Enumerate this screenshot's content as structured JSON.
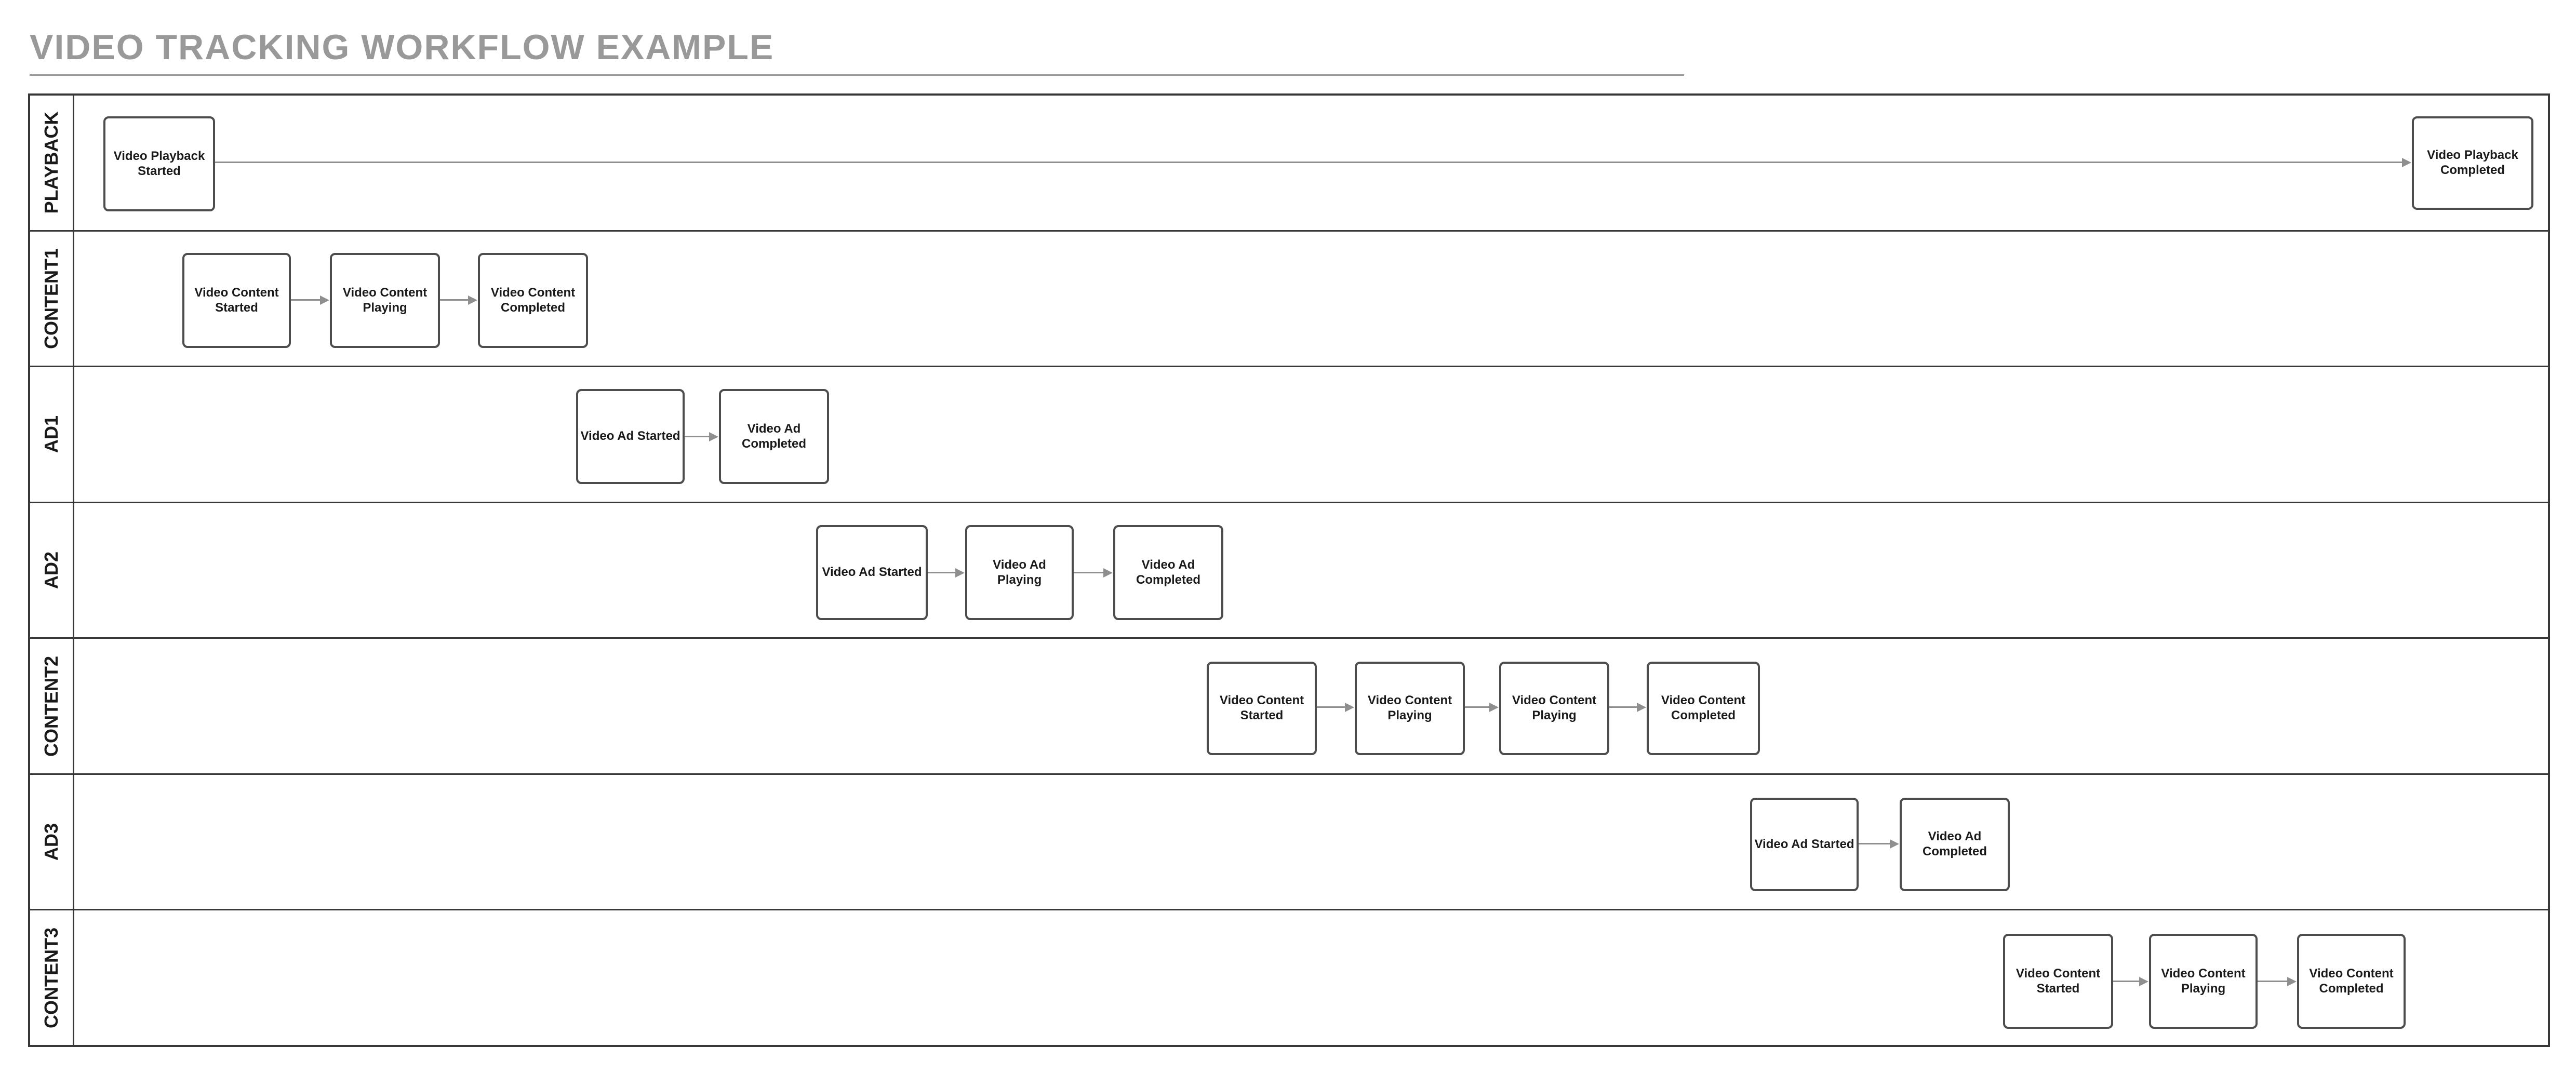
{
  "title": "VIDEO TRACKING WORKFLOW EXAMPLE",
  "diagram_type": "swimlane-workflow",
  "colors": {
    "title": "#999999",
    "pool_border": "#383838",
    "node_border": "#4d4d4d",
    "arrow": "#8f8f8f"
  },
  "lanes": [
    {
      "label": "PLAYBACK",
      "nodes": [
        "Video Playback Started",
        "Video Playback Completed"
      ]
    },
    {
      "label": "CONTENT1",
      "nodes": [
        "Video Content Started",
        "Video Content Playing",
        "Video Content Completed"
      ]
    },
    {
      "label": "AD1",
      "nodes": [
        "Video Ad Started",
        "Video Ad Completed"
      ]
    },
    {
      "label": "AD2",
      "nodes": [
        "Video Ad Started",
        "Video Ad Playing",
        "Video Ad Completed"
      ]
    },
    {
      "label": "CONTENT2",
      "nodes": [
        "Video Content Started",
        "Video Content Playing",
        "Video Content Playing",
        "Video Content Completed"
      ]
    },
    {
      "label": "AD3",
      "nodes": [
        "Video Ad Started",
        "Video Ad Completed"
      ]
    },
    {
      "label": "CONTENT3",
      "nodes": [
        "Video Content Started",
        "Video Content Playing",
        "Video Content Completed"
      ]
    }
  ]
}
